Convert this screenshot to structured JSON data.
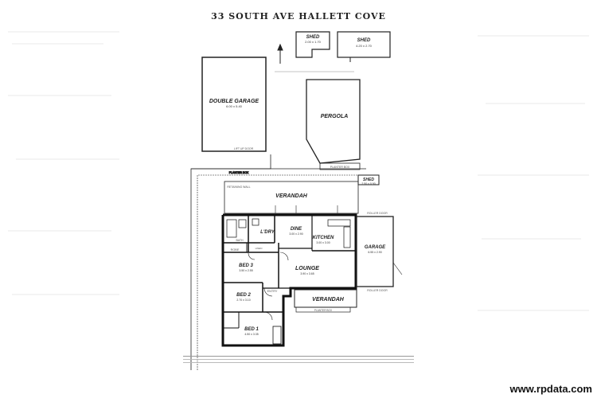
{
  "title": "33 SOUTH AVE HALLETT COVE",
  "rooms": {
    "shed_small": {
      "name": "SHED",
      "dims": "2.00 x 1.70"
    },
    "shed_large": {
      "name": "SHED",
      "dims": "4.20 x 2.70"
    },
    "double_garage": {
      "name": "DOUBLE GARAGE",
      "dims": "6.00 x 5.40"
    },
    "pergola": {
      "name": "PERGOLA"
    },
    "shed_side": {
      "name": "SHED",
      "dims": "2.50 x 0.90"
    },
    "verandah_rear": {
      "name": "VERANDAH"
    },
    "laundry": {
      "name": "L'DRY"
    },
    "dine": {
      "name": "DINE",
      "dims": "3.00 x 2.90"
    },
    "kitchen": {
      "name": "KITCHEN",
      "dims": "3.00 x 3.00"
    },
    "garage": {
      "name": "GARAGE",
      "dims": "6.55 x 2.90"
    },
    "lounge": {
      "name": "LOUNGE",
      "dims": "3.90 x 3.65"
    },
    "bed3": {
      "name": "BED 3",
      "dims": "3.50 x 2.55"
    },
    "bed2": {
      "name": "BED 2",
      "dims": "2.70 x 3.10"
    },
    "bed1": {
      "name": "BED 1",
      "dims": "4.50 x 3.35"
    },
    "verandah_front": {
      "name": "VERANDAH"
    }
  },
  "small_labels": {
    "lift_up_door": "LIFT UP DOOR",
    "planter_box_top": "PLANTER BOX",
    "planter_box_mid": "PLANTER BOX",
    "planter_box_bottom": "PLANTER BOX",
    "bath": "BATH",
    "robe": "ROBE",
    "linen": "LINEN",
    "entry": "ENTRY",
    "roller_door_top": "ROLLER DOOR",
    "roller_door_bottom": "ROLLER DOOR",
    "retaining_wall": "RETAINING WALL"
  },
  "watermark": "www.rpdata.com"
}
